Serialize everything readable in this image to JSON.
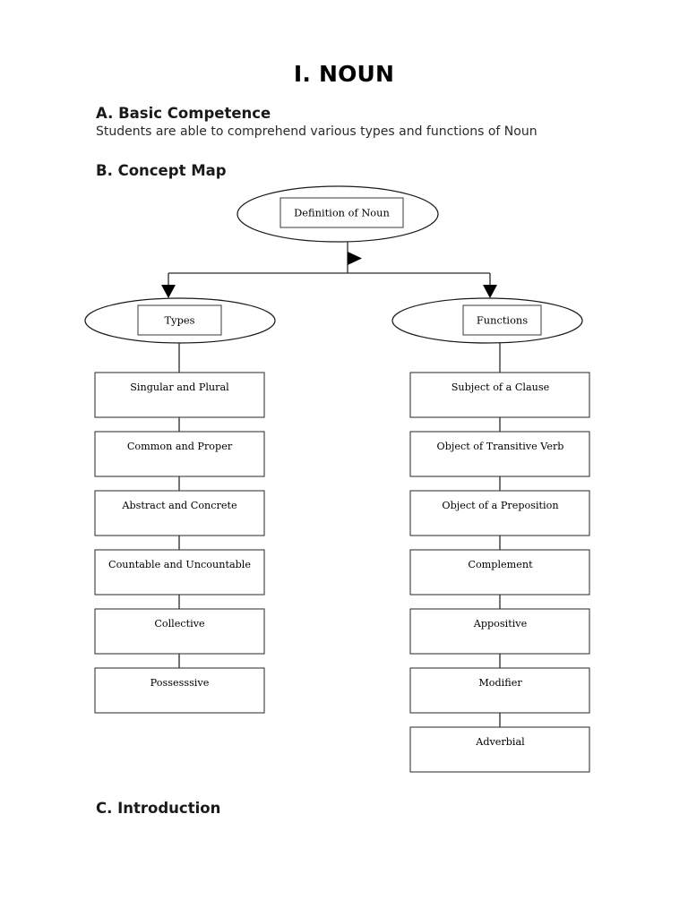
{
  "document": {
    "title": "I. NOUN",
    "sections": [
      {
        "heading": "A. Basic Competence",
        "body": "Students are able to comprehend various types and functions of Noun"
      },
      {
        "heading": "B. Concept Map"
      },
      {
        "heading": "C. Introduction"
      }
    ]
  },
  "concept_map": {
    "root": {
      "label": "Definition of Noun"
    },
    "branches": [
      {
        "label": "Types",
        "items": [
          "Singular and Plural",
          "Common and Proper",
          "Abstract and Concrete",
          "Countable and Uncountable",
          "Collective",
          "Possesssive"
        ]
      },
      {
        "label": "Functions",
        "items": [
          "Subject of a Clause",
          "Object of Transitive Verb",
          "Object of a Preposition",
          "Complement",
          "Appositive",
          "Modifier",
          "Adverbial"
        ]
      }
    ],
    "colors": {
      "stroke": "#2a2a2a",
      "fill": "#ffffff",
      "text": "#000000"
    }
  }
}
